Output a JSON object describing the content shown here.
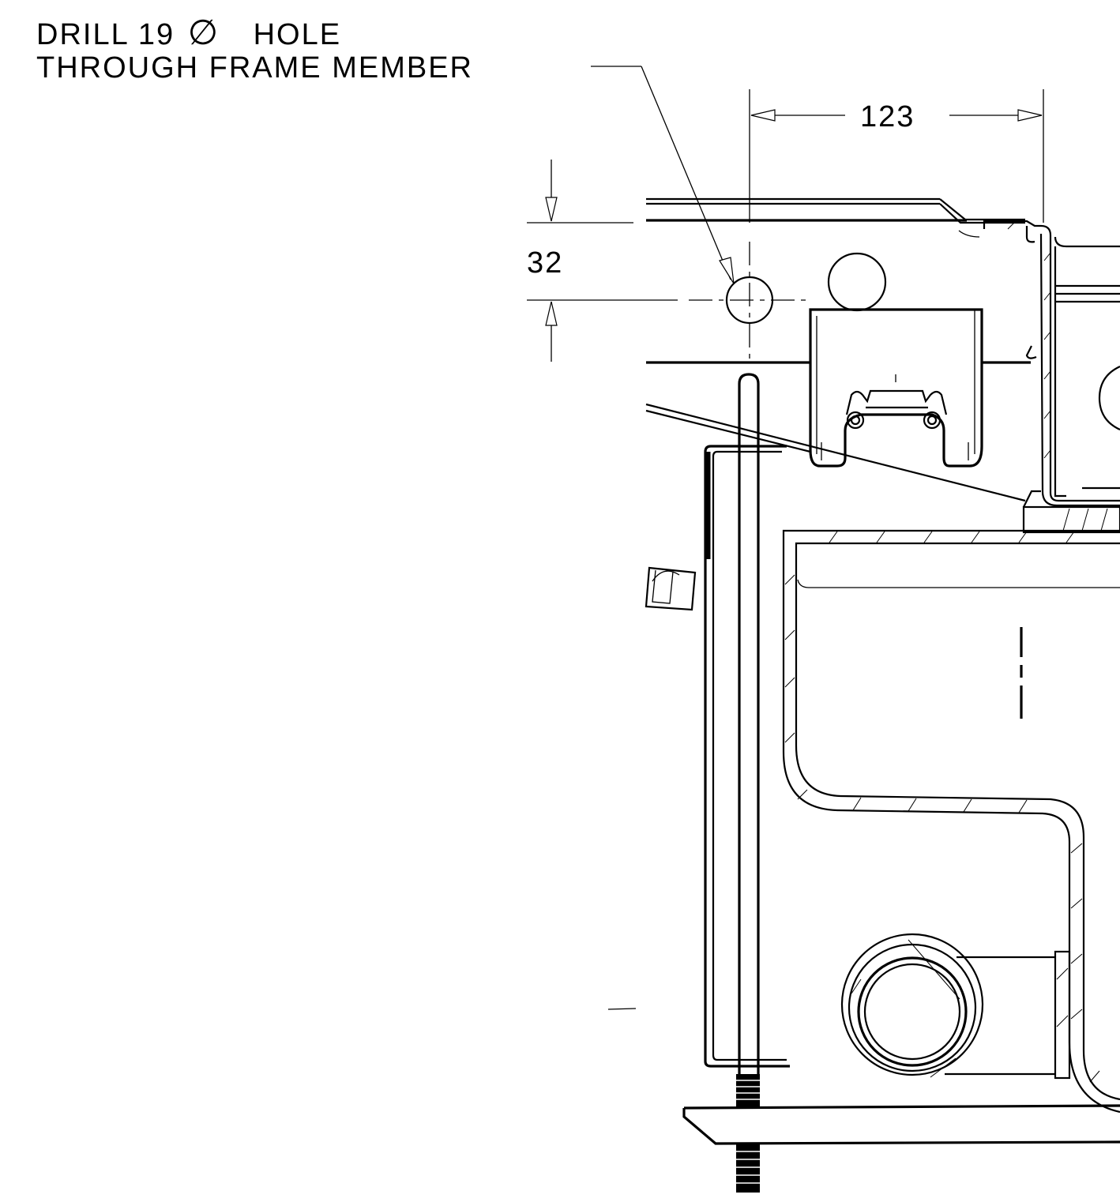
{
  "note": {
    "line1_before": "DRILL 19",
    "diameter_symbol": "∅",
    "line1_after": "HOLE",
    "line2": "THROUGH FRAME MEMBER"
  },
  "dimensions": {
    "horizontal": "123",
    "vertical": "32"
  }
}
